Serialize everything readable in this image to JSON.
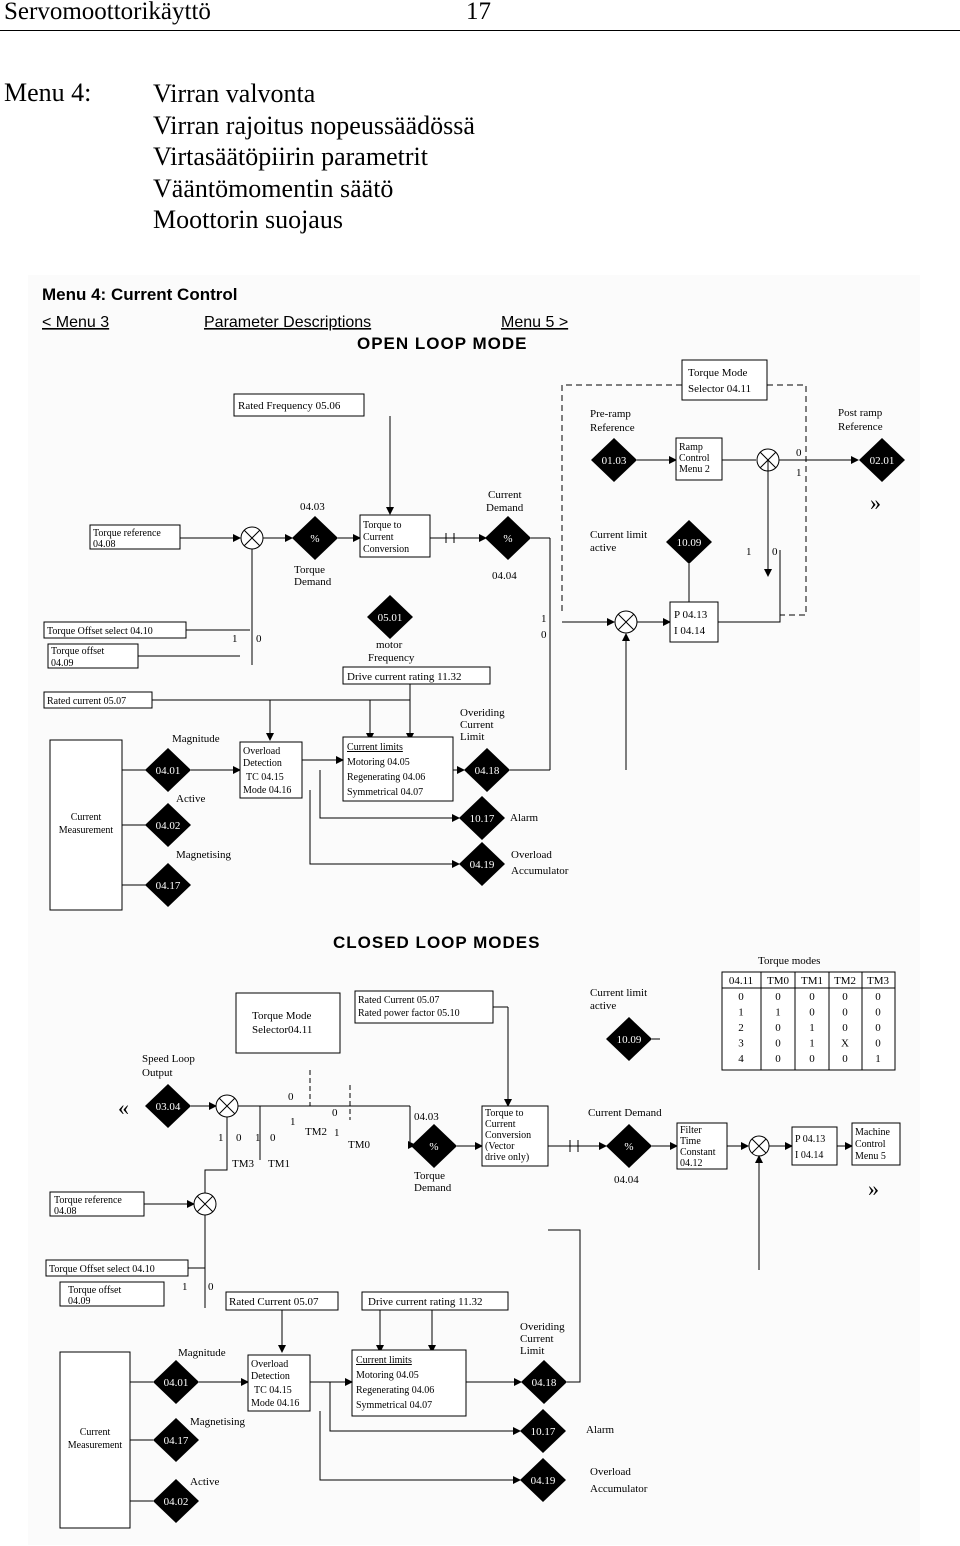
{
  "header": {
    "title": "Servomoottorikäyttö",
    "page_number": "17"
  },
  "menu": {
    "label": "Menu 4:",
    "topics": [
      "Virran valvonta",
      "Virran rajoitus nopeussäädössä",
      "Virtasäätöpiirin parametrit",
      "Vääntömomentin säätö",
      "Moottorin suojaus"
    ]
  },
  "figure": {
    "title": "Menu 4: Current Control",
    "nav": {
      "prev": "< Menu 3",
      "center": "Parameter Descriptions",
      "next": "Menu 5 >"
    },
    "open_loop": {
      "heading": "OPEN LOOP MODE",
      "rated_frequency": "Rated Frequency 05.06",
      "torque_mode_selector": [
        "Torque Mode",
        "Selector 04.11"
      ],
      "pre_ramp": [
        "Pre-ramp",
        "Reference"
      ],
      "post_ramp": [
        "Post ramp",
        "Reference"
      ],
      "ramp_control": [
        "Ramp",
        "Control",
        "Menu 2"
      ],
      "d_0103": "01.03",
      "d_0201": "02.01",
      "d_0403": "04.03",
      "d_0404": "04.04",
      "current_demand": [
        "Current",
        "Demand"
      ],
      "torque_ref": [
        "Torque reference",
        "04.08"
      ],
      "torque_to_current": [
        "Torque to",
        "Current",
        "Conversion"
      ],
      "torque_demand": [
        "Torque",
        "Demand"
      ],
      "current_limit_active": [
        "Current limit",
        "active"
      ],
      "d_1009": "10.09",
      "torque_offset_select": "Torque Offset select 04.10",
      "torque_offset": [
        "Torque offset",
        "04.09"
      ],
      "d_0501": "05.01",
      "motor_frequency": [
        "motor",
        "Frequency"
      ],
      "drive_current_rating": "Drive current rating 11.32",
      "pi": [
        "P 04.13",
        "I 04.14"
      ],
      "rated_current": "Rated current 05.07",
      "current_measurement": [
        "Current",
        "Measurement"
      ],
      "magnitude": "Magnitude",
      "active": "Active",
      "magnetising": "Magnetising",
      "d_0401": "04.01",
      "d_0402": "04.02",
      "d_0417": "04.17",
      "overload": [
        "Overload",
        "Detection",
        "TC 04.15",
        "Mode 04.16"
      ],
      "current_limits": [
        "Current limits",
        "Motoring 04.05",
        "Regenerating 04.06",
        "Symmetrical 04.07"
      ],
      "overriding": [
        "Overiding",
        "Current",
        "Limit"
      ],
      "d_0418": "04.18",
      "d_1017": "10.17",
      "d_0419": "04.19",
      "alarm": "Alarm",
      "overload_acc": [
        "Overload",
        "Accumulator"
      ]
    },
    "closed_loop": {
      "heading": "CLOSED LOOP MODES",
      "torque_modes": {
        "caption": "Torque modes",
        "headers": [
          "04.11",
          "TM0",
          "TM1",
          "TM2",
          "TM3"
        ],
        "rows": [
          [
            "0",
            "0",
            "0",
            "0",
            "0"
          ],
          [
            "1",
            "1",
            "0",
            "0",
            "0"
          ],
          [
            "2",
            "0",
            "1",
            "0",
            "0"
          ],
          [
            "3",
            "0",
            "1",
            "X",
            "0"
          ],
          [
            "4",
            "0",
            "0",
            "0",
            "1"
          ]
        ]
      },
      "torque_mode_selector": [
        "Torque Mode",
        "Selector04.11"
      ],
      "rated_current_power": [
        "Rated Current 05.07",
        "Rated power factor 05.10"
      ],
      "current_limit_active": [
        "Current limit",
        "active"
      ],
      "d_1009": "10.09",
      "speed_loop": [
        "Speed Loop",
        "Output"
      ],
      "d_0304": "03.04",
      "d_0403": "04.03",
      "torque_to_current": [
        "Torque to",
        "Current",
        "Conversion",
        "(Vector",
        "drive only)"
      ],
      "current_demand": "Current Demand",
      "filter": [
        "Filter",
        "Time",
        "Constant",
        "04.12"
      ],
      "pi": [
        "P 04.13",
        "I 04.14"
      ],
      "machine_control": [
        "Machine",
        "Control",
        "Menu 5"
      ],
      "d_0404": "04.04",
      "tm_labels": [
        "TM3",
        "TM1",
        "TM2",
        "TM0"
      ],
      "torque_ref": [
        "Torque reference",
        "04.08"
      ],
      "torque_demand": [
        "Torque",
        "Demand"
      ],
      "torque_offset_select": "Torque Offset select 04.10",
      "torque_offset": [
        "Torque offset",
        "04.09"
      ],
      "rated_current": "Rated Current 05.07",
      "drive_current_rating": "Drive current rating 11.32",
      "current_measurement": [
        "Current",
        "Measurement"
      ],
      "magnitude": "Magnitude",
      "magnetising": "Magnetising",
      "active": "Active",
      "d_0401": "04.01",
      "d_0417": "04.17",
      "d_0402": "04.02",
      "overload": [
        "Overload",
        "Detection",
        "TC 04.15",
        "Mode 04.16"
      ],
      "current_limits": [
        "Current limits",
        "Motoring 04.05",
        "Regenerating 04.06",
        "Symmetrical 04.07"
      ],
      "overriding": [
        "Overiding",
        "Current",
        "Limit"
      ],
      "d_0418": "04.18",
      "d_1017": "10.17",
      "d_0419": "04.19",
      "alarm": "Alarm",
      "overload_acc": [
        "Overload",
        "Accumulator"
      ]
    },
    "arrows": "»",
    "arrows_left": "«"
  }
}
